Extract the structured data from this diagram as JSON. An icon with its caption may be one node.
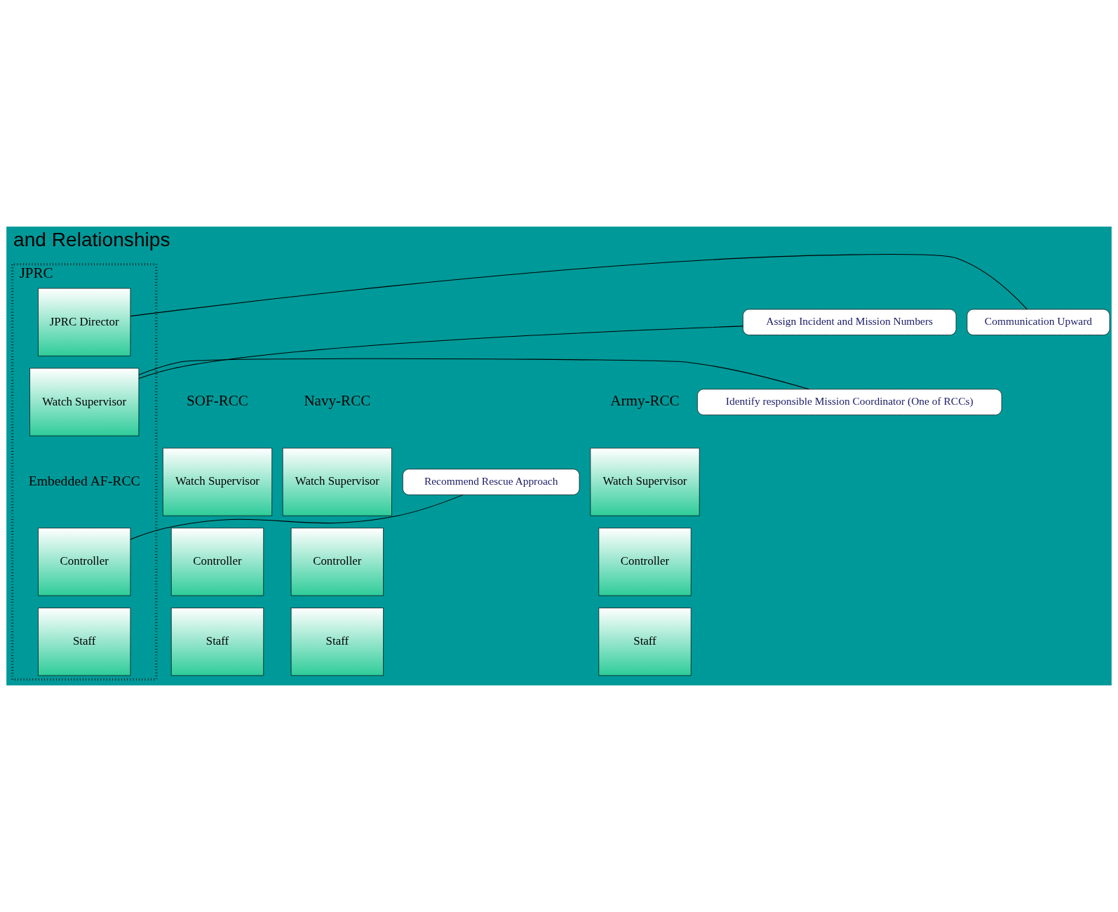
{
  "diagram": {
    "title": "and Relationships",
    "nodes": [
      {
        "text": [
          "JPRC",
          "Embedded AF-RCC"
        ]
      },
      {
        "text": [
          "JPRC Director"
        ],
        "in": 0
      },
      {
        "text": [
          "Watch Supervisor"
        ],
        "in": 0
      },
      {
        "text": [
          "Controller"
        ],
        "in": 0
      },
      {
        "text": [
          "Staff"
        ],
        "in": 0
      },
      {
        "text": [
          "Watch Supervisor"
        ]
      },
      {
        "text": [
          "Controller"
        ]
      },
      {
        "text": [
          "Staff"
        ]
      },
      {
        "text": [
          "Watch Supervisor"
        ]
      },
      {
        "text": [
          "Controller"
        ]
      },
      {
        "text": [
          "Staff"
        ]
      },
      {
        "text": [
          "Watch Supervisor"
        ]
      },
      {
        "text": [
          "Controller"
        ]
      },
      {
        "text": [
          "Staff"
        ]
      },
      {
        "text": [
          "Communication Upward"
        ]
      },
      {
        "text": [
          "Assign Incident and Mission Numbers"
        ]
      },
      {
        "text": [
          "Identify responsible Mission Coordinator (One of RCCs)"
        ]
      },
      {
        "text": [
          "Recommend Rescue Approach"
        ]
      }
    ],
    "edges": [
      {
        "from": 14,
        "to": 1,
        "arrow": "none"
      },
      {
        "from": 15,
        "to": 2,
        "arrow": "none"
      },
      {
        "from": 16,
        "to": 2,
        "arrow": "none"
      },
      {
        "from": 17,
        "to": 3,
        "arrow": "none"
      }
    ],
    "labels": [
      "Army-RCC",
      "Navy-RCC",
      "SOF-RCC"
    ]
  }
}
